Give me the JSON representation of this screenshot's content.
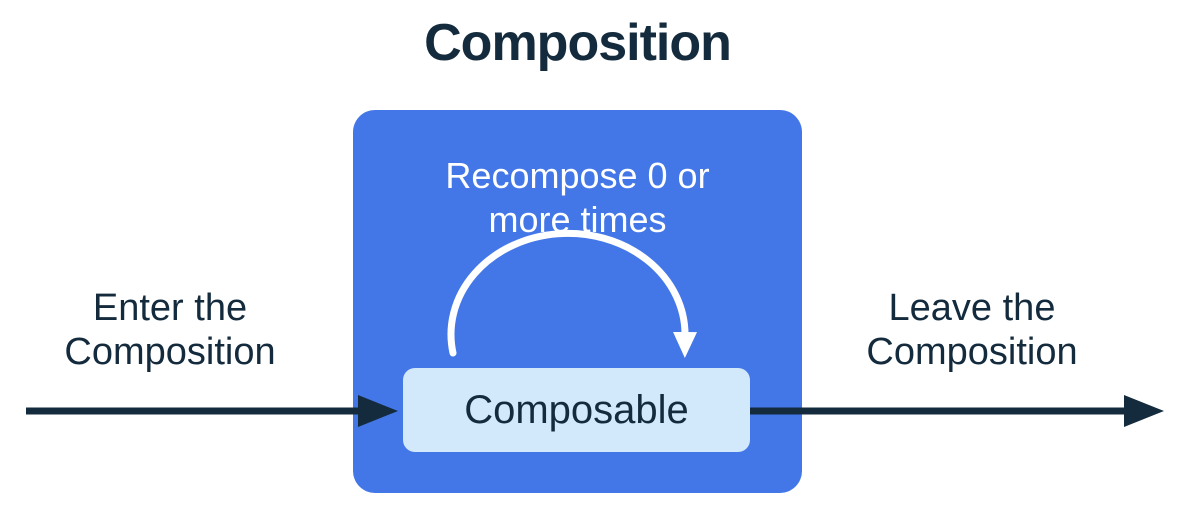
{
  "diagram": {
    "title": "Composition",
    "enter_label": "Enter the\nComposition",
    "leave_label": "Leave the\nComposition",
    "composition_box": {
      "recompose_label": "Recompose 0 or\nmore times",
      "composable_label": "Composable"
    },
    "icons": {
      "left_arrow": "flow-arrow-left",
      "right_arrow": "flow-arrow-right",
      "recompose_arc": "recompose-loop-arrow"
    },
    "colors": {
      "composition_box_blue": "#4377E8",
      "composable_box_light_blue": "#D2E9FB",
      "dark_navy_text_and_arrows": "#142B3D",
      "arc_white": "#FFFFFF",
      "background": "#FFFFFF"
    }
  }
}
